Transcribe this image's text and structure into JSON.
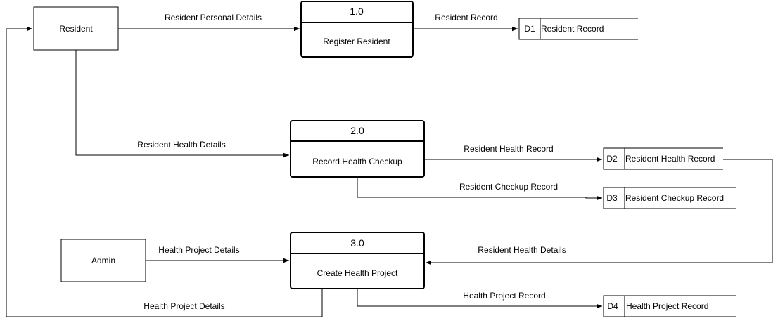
{
  "entities": {
    "resident": "Resident",
    "admin": "Admin"
  },
  "processes": [
    {
      "number": "1.0",
      "name": "Register Resident"
    },
    {
      "number": "2.0",
      "name": "Record Health Checkup"
    },
    {
      "number": "3.0",
      "name": "Create Health Project"
    }
  ],
  "stores": [
    {
      "id": "D1",
      "name": "Resident Record"
    },
    {
      "id": "D2",
      "name": "Resident Health Record"
    },
    {
      "id": "D3",
      "name": "Resident Checkup Record"
    },
    {
      "id": "D4",
      "name": "Health Project Record"
    }
  ],
  "flows": {
    "resident_personal_details": "Resident Personal Details",
    "resident_record": "Resident Record",
    "resident_health_details": "Resident Health Details",
    "resident_health_record": "Resident Health Record",
    "resident_checkup_record": "Resident Checkup Record",
    "health_project_details_in": "Health Project Details",
    "resident_health_details_back": "Resident Health Details",
    "health_project_record": "Health Project Record",
    "health_project_details_out": "Health Project Details"
  }
}
